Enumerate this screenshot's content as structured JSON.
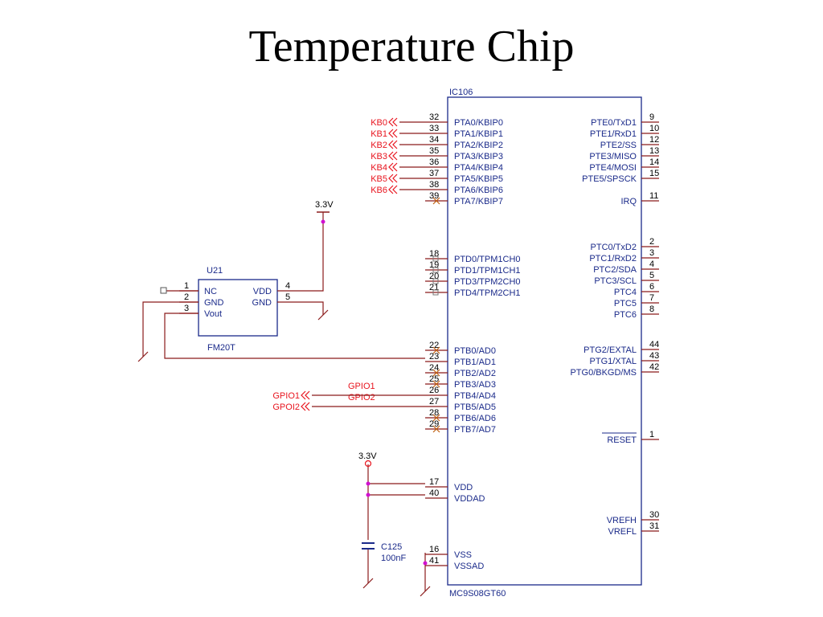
{
  "title": "Temperature Chip",
  "colors": {
    "wire": "#8b1a1a",
    "body": "#1a2a8a",
    "net": "#e8141e",
    "junction": "#d010d0",
    "noconnect": "#c06010"
  },
  "ic106": {
    "ref": "IC106",
    "part": "MC9S08GT60",
    "left_pins": [
      {
        "num": "32",
        "name": "PTA0/KBIP0",
        "net": "KB0"
      },
      {
        "num": "33",
        "name": "PTA1/KBIP1",
        "net": "KB1"
      },
      {
        "num": "34",
        "name": "PTA2/KBIP2",
        "net": "KB2"
      },
      {
        "num": "35",
        "name": "PTA3/KBIP3",
        "net": "KB3"
      },
      {
        "num": "36",
        "name": "PTA4/KBIP4",
        "net": "KB4"
      },
      {
        "num": "37",
        "name": "PTA5/KBIP5",
        "net": "KB5"
      },
      {
        "num": "38",
        "name": "PTA6/KBIP6",
        "net": "KB6"
      },
      {
        "num": "39",
        "name": "PTA7/KBIP7",
        "net": ""
      },
      {
        "num": "18",
        "name": "PTD0/TPM1CH0",
        "net": ""
      },
      {
        "num": "19",
        "name": "PTD1/TPM1CH1",
        "net": ""
      },
      {
        "num": "20",
        "name": "PTD3/TPM2CH0",
        "net": ""
      },
      {
        "num": "21",
        "name": "PTD4/TPM2CH1",
        "net": ""
      },
      {
        "num": "22",
        "name": "PTB0/AD0",
        "net": ""
      },
      {
        "num": "23",
        "name": "PTB1/AD1",
        "net": ""
      },
      {
        "num": "24",
        "name": "PTB2/AD2",
        "net": ""
      },
      {
        "num": "25",
        "name": "PTB3/AD3",
        "net": ""
      },
      {
        "num": "26",
        "name": "PTB4/AD4",
        "net": "GPIO1"
      },
      {
        "num": "27",
        "name": "PTB5/AD5",
        "net": "GPOI2"
      },
      {
        "num": "28",
        "name": "PTB6/AD6",
        "net": ""
      },
      {
        "num": "29",
        "name": "PTB7/AD7",
        "net": ""
      },
      {
        "num": "17",
        "name": "VDD",
        "net": ""
      },
      {
        "num": "40",
        "name": "VDDAD",
        "net": ""
      },
      {
        "num": "16",
        "name": "VSS",
        "net": ""
      },
      {
        "num": "41",
        "name": "VSSAD",
        "net": ""
      }
    ],
    "right_pins": [
      {
        "num": "9",
        "name": "PTE0/TxD1"
      },
      {
        "num": "10",
        "name": "PTE1/RxD1"
      },
      {
        "num": "12",
        "name": "PTE2/SS"
      },
      {
        "num": "13",
        "name": "PTE3/MISO"
      },
      {
        "num": "14",
        "name": "PTE4/MOSI"
      },
      {
        "num": "15",
        "name": "PTE5/SPSCK"
      },
      {
        "num": "11",
        "name": "IRQ"
      },
      {
        "num": "2",
        "name": "PTC0/TxD2"
      },
      {
        "num": "3",
        "name": "PTC1/RxD2"
      },
      {
        "num": "4",
        "name": "PTC2/SDA"
      },
      {
        "num": "5",
        "name": "PTC3/SCL"
      },
      {
        "num": "6",
        "name": "PTC4"
      },
      {
        "num": "7",
        "name": "PTC5"
      },
      {
        "num": "8",
        "name": "PTC6"
      },
      {
        "num": "44",
        "name": "PTG2/EXTAL"
      },
      {
        "num": "43",
        "name": "PTG1/XTAL"
      },
      {
        "num": "42",
        "name": "PTG0/BKGD/MS"
      },
      {
        "num": "1",
        "name": "RESET"
      },
      {
        "num": "30",
        "name": "VREFH"
      },
      {
        "num": "31",
        "name": "VREFL"
      }
    ]
  },
  "u21": {
    "ref": "U21",
    "part": "FM20T",
    "left_pins": [
      {
        "num": "1",
        "name": "NC"
      },
      {
        "num": "2",
        "name": "GND"
      },
      {
        "num": "3",
        "name": "Vout"
      }
    ],
    "right_pins": [
      {
        "num": "4",
        "name": "VDD"
      },
      {
        "num": "5",
        "name": "GND"
      }
    ]
  },
  "power_labels": [
    "3.3V",
    "3.3V"
  ],
  "gpio_labels": [
    "GPIO1",
    "GPIO2"
  ],
  "c125": {
    "ref": "C125",
    "value": "100nF"
  }
}
